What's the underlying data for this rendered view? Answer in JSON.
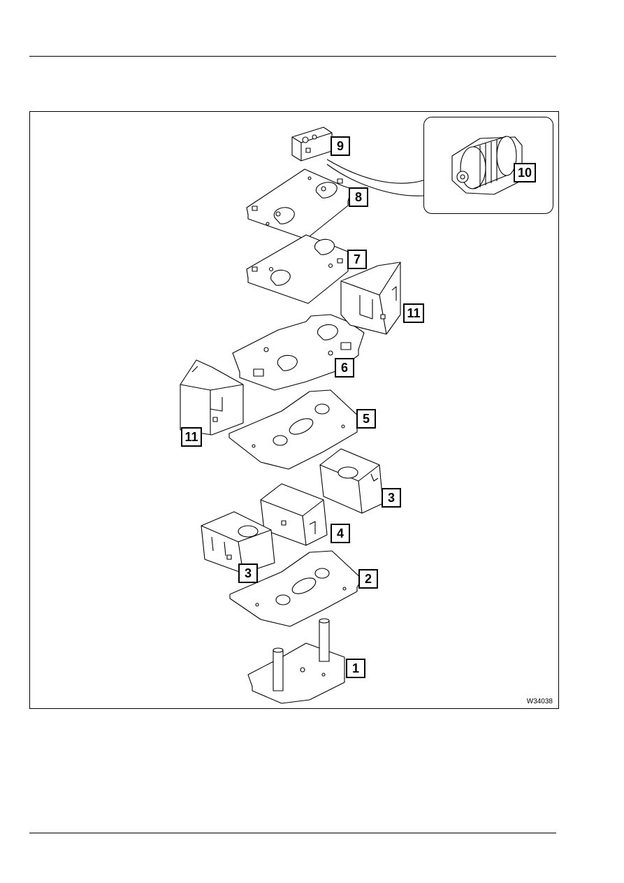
{
  "figure": {
    "id": "W34038",
    "callouts": {
      "c1": "1",
      "c2": "2",
      "c3a": "3",
      "c3b": "3",
      "c4": "4",
      "c5": "5",
      "c6": "6",
      "c7": "7",
      "c8": "8",
      "c9": "9",
      "c10": "10",
      "c11a": "11",
      "c11b": "11"
    }
  }
}
